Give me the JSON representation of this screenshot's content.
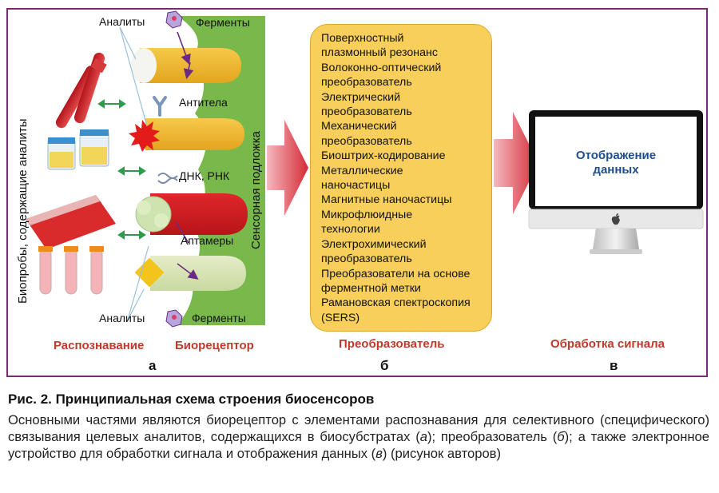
{
  "colors": {
    "frame": "#7b2a78",
    "stage_labels": "#c0392b",
    "transducer_box": "#f7cf5a",
    "sensor_substrate": "#79b84a",
    "arrows": "#d42a35",
    "screen_text": "#1f4e8c"
  },
  "panel_a": {
    "vertical_label": "Биопробы, содержащие аналиты",
    "substrate_label": "Сенсорная подложка",
    "analytes_top": "Аналиты",
    "analytes_bottom": "Аналиты",
    "enzymes_top": "Ферменты",
    "enzymes_bottom": "Ферменты",
    "antibodies": "Антитела",
    "dna_rna": "ДНК, РНК",
    "aptamers": "Аптамеры",
    "stage_recognition": "Распознавание",
    "stage_bioreceptor": "Биорецептор",
    "letter": "а"
  },
  "panel_b": {
    "items": [
      "Поверхностный",
      "плазмонный резонанс",
      "Волоконно-оптический",
      "преобразователь",
      "Электрический",
      "преобразователь",
      "Механический",
      "преобразователь",
      "Биоштрих-кодирование",
      "Металлические",
      "наночастицы",
      "Магнитные наночастицы",
      "Микрофлюидные",
      "технологии",
      "Электрохимический",
      "преобразователь",
      "Преобразователи на основе",
      "ферментной метки",
      "Рамановская спектроскопия",
      "(SERS)"
    ],
    "stage_label": "Преобразователь",
    "letter": "б"
  },
  "panel_c": {
    "screen_line1": "Отображение",
    "screen_line2": "данных",
    "stage_label": "Обработка сигнала",
    "letter": "в",
    "icon": "apple-logo-icon"
  },
  "caption": {
    "title": "Рис. 2. Принципиальная схема строения биосенсоров",
    "body_1": "Основными частями являются биорецептор с элементами распознавания для селективного (специфического) связывания целевых аналитов, содержащихся в биосубстратах (",
    "a": "а",
    "body_2": "); преобразователь (",
    "b": "б",
    "body_3": "); а также электронное устройство для обработки сигнала и отображения данных (",
    "c": "в",
    "body_4": ") (рисунок авторов)"
  }
}
